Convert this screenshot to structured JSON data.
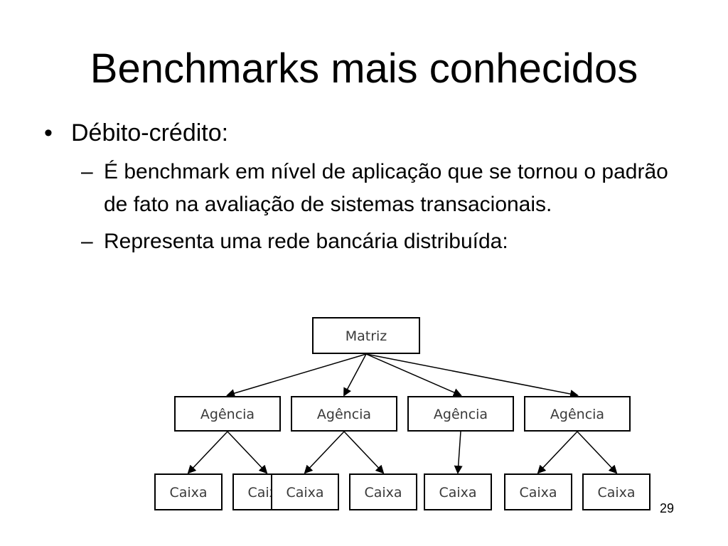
{
  "slide": {
    "title": "Benchmarks mais conhecidos",
    "bullet_char": "•",
    "dash_char": "–",
    "bullet": "Débito-crédito:",
    "sub_items": [
      "É benchmark em nível de aplicação que se tornou o padrão de fato na avaliação de sistemas transacionais.",
      "Representa uma rede bancária distribuída:"
    ],
    "page_number": "29"
  },
  "diagram": {
    "root": "Matriz",
    "branches": [
      {
        "label": "Agência",
        "children": [
          "Caixa",
          "Caixa"
        ]
      },
      {
        "label": "Agência",
        "children": [
          "Caixa",
          "Caixa"
        ]
      },
      {
        "label": "Agência",
        "children": [
          "Caixa"
        ]
      },
      {
        "label": "Agência",
        "children": [
          "Caixa",
          "Caixa"
        ]
      }
    ]
  }
}
